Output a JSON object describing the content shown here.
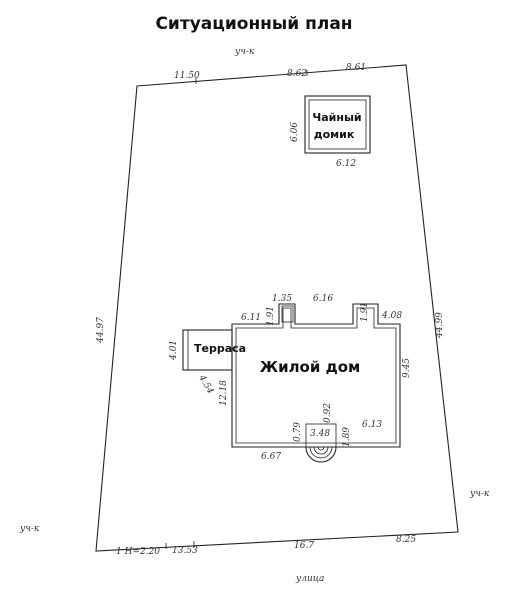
{
  "title": "Ситуационный план",
  "labels": {
    "neighbor_top": "уч-к",
    "neighbor_left": "уч-к",
    "neighbor_right": "уч-к",
    "street": "улица",
    "tea_house_line1": "Чайный",
    "tea_house_line2": "домик",
    "terrace": "Терраса",
    "main_house": "Жилой дом"
  },
  "dimensions": {
    "top_1": "11.50",
    "top_2": "8.62",
    "top_3": "8.61",
    "left_side": "44.97",
    "right_side": "44.99",
    "bottom_1": "1 Н=2.20",
    "bottom_2": "13.53",
    "bottom_3": "16.7",
    "bottom_4": "8.25",
    "tea_height": "6.06",
    "tea_width": "6.12",
    "house_top_1": "1.35",
    "house_top_2": "6.16",
    "house_left_notch_w": "6.11",
    "house_left_notch_h": "1.91",
    "house_right_notch_h": "1.91",
    "house_right_notch_w": "4.08",
    "terrace_height": "4.01",
    "terrace_width": "4.54",
    "house_left": "12.18",
    "house_right": "9.45",
    "house_bottom_left": "6.67",
    "porch_width": "3.48",
    "porch_top": "0.92",
    "porch_left": "0.79",
    "porch_right": "1.89",
    "house_bottom_right": "6.13"
  }
}
